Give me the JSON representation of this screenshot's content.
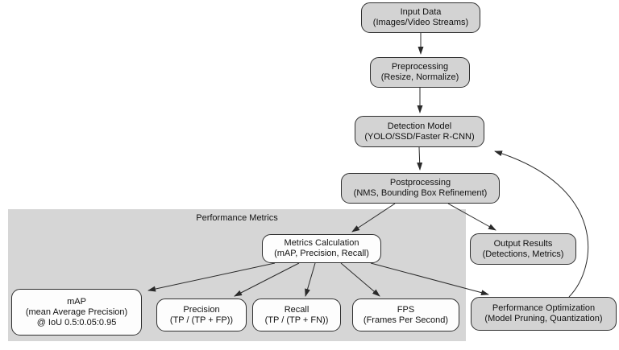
{
  "diagram": {
    "cluster": {
      "label": "Performance Metrics"
    },
    "nodes": {
      "input_data": {
        "line1": "Input Data",
        "line2": "(Images/Video Streams)"
      },
      "preprocessing": {
        "line1": "Preprocessing",
        "line2": "(Resize, Normalize)"
      },
      "detection_model": {
        "line1": "Detection Model",
        "line2": "(YOLO/SSD/Faster R-CNN)"
      },
      "postprocessing": {
        "line1": "Postprocessing",
        "line2": "(NMS, Bounding Box Refinement)"
      },
      "metrics_calculation": {
        "line1": "Metrics Calculation",
        "line2": "(mAP, Precision, Recall)"
      },
      "map": {
        "line1": "mAP",
        "line2": "(mean Average Precision)",
        "line3": "@ IoU 0.5:0.05:0.95"
      },
      "precision": {
        "line1": "Precision",
        "line2": "(TP / (TP + FP))"
      },
      "recall": {
        "line1": "Recall",
        "line2": "(TP / (TP + FN))"
      },
      "fps": {
        "line1": "FPS",
        "line2": "(Frames Per Second)"
      },
      "output_results": {
        "line1": "Output Results",
        "line2": "(Detections, Metrics)"
      },
      "performance_optimization": {
        "line1": "Performance Optimization",
        "line2": "(Model Pruning, Quantization)"
      }
    },
    "colors": {
      "node_fill_gray": "#d3d3d3",
      "node_fill_white": "#fdfdfd",
      "cluster_fill": "#d6d6d6",
      "edge_stroke": "#2a2a2a",
      "node_border": "#2f2f2f"
    }
  }
}
